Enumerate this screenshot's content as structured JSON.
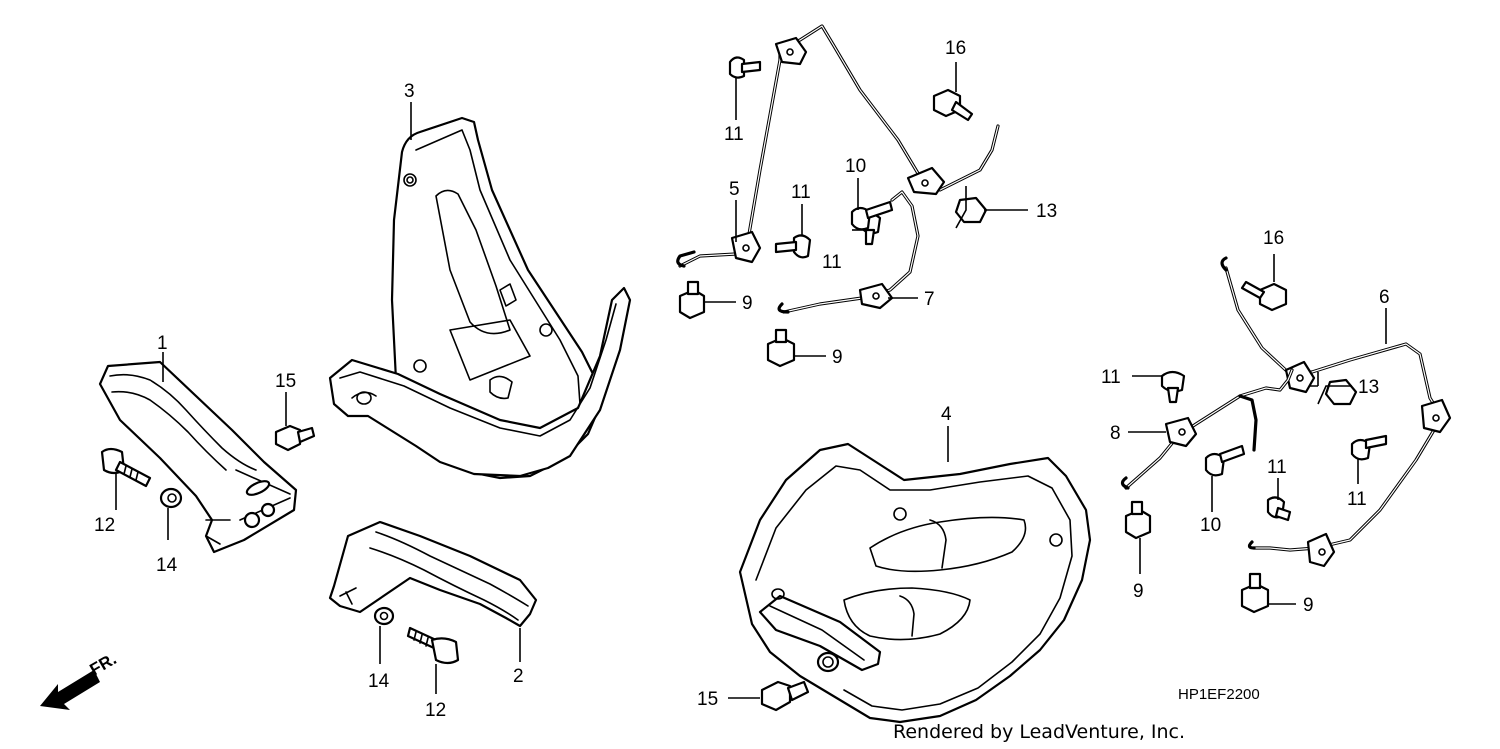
{
  "diagram": {
    "callouts": [
      {
        "id": "c1",
        "label": "1"
      },
      {
        "id": "c2",
        "label": "2"
      },
      {
        "id": "c3",
        "label": "3"
      },
      {
        "id": "c4",
        "label": "4"
      },
      {
        "id": "c5",
        "label": "5"
      },
      {
        "id": "c6",
        "label": "6"
      },
      {
        "id": "c7",
        "label": "7"
      },
      {
        "id": "c8",
        "label": "8"
      },
      {
        "id": "c9a",
        "label": "9"
      },
      {
        "id": "c9b",
        "label": "9"
      },
      {
        "id": "c9c",
        "label": "9"
      },
      {
        "id": "c9d",
        "label": "9"
      },
      {
        "id": "c10a",
        "label": "10"
      },
      {
        "id": "c10b",
        "label": "10"
      },
      {
        "id": "c11a",
        "label": "11"
      },
      {
        "id": "c11b",
        "label": "11"
      },
      {
        "id": "c11c",
        "label": "11"
      },
      {
        "id": "c11d",
        "label": "11"
      },
      {
        "id": "c11e",
        "label": "11"
      },
      {
        "id": "c11f",
        "label": "11"
      },
      {
        "id": "c12a",
        "label": "12"
      },
      {
        "id": "c12b",
        "label": "12"
      },
      {
        "id": "c13a",
        "label": "13"
      },
      {
        "id": "c13b",
        "label": "13"
      },
      {
        "id": "c14a",
        "label": "14"
      },
      {
        "id": "c14b",
        "label": "14"
      },
      {
        "id": "c15a",
        "label": "15"
      },
      {
        "id": "c15b",
        "label": "15"
      },
      {
        "id": "c16a",
        "label": "16"
      },
      {
        "id": "c16b",
        "label": "16"
      }
    ],
    "diagram_code": "HP1EF2200",
    "direction_label": "FR.",
    "credit": "Rendered by LeadVenture, Inc."
  }
}
